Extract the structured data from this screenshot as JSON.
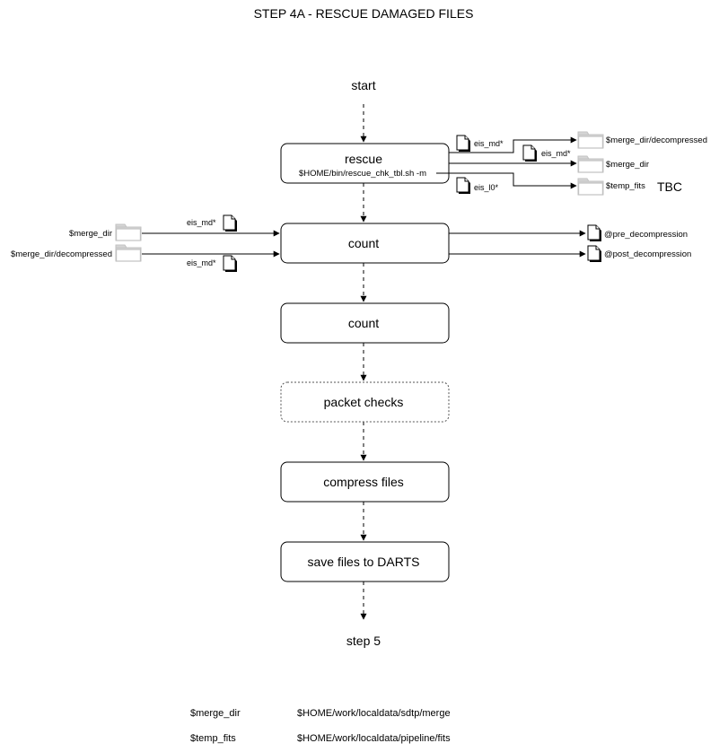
{
  "title": "STEP 4A - RESCUE DAMAGED FILES",
  "start_label": "start",
  "end_label": "step 5",
  "steps": [
    {
      "label": "rescue",
      "command": "$HOME/bin/rescue_chk_tbl.sh -m"
    },
    {
      "label": "count"
    },
    {
      "label": "count"
    },
    {
      "label": "packet checks",
      "style": "dotted"
    },
    {
      "label": "compress files"
    },
    {
      "label": "save files to DARTS"
    }
  ],
  "rescue_outputs": [
    {
      "file": "eis_md*",
      "target": "$merge_dir/decompressed"
    },
    {
      "file": "eis_md*",
      "target": "$merge_dir"
    },
    {
      "file": "eis_l0*",
      "target": "$temp_fits",
      "note": "TBC"
    }
  ],
  "count_inputs": [
    {
      "source": "$merge_dir",
      "file": "eis_md*"
    },
    {
      "source": "$merge_dir/decompressed",
      "file": "eis_md*"
    }
  ],
  "count_outputs": [
    {
      "target": "@pre_decompression"
    },
    {
      "target": "@post_decompression"
    }
  ],
  "legend": [
    {
      "name": "$merge_dir",
      "path": "$HOME/work/localdata/sdtp/merge"
    },
    {
      "name": "$temp_fits",
      "path": "$HOME/work/localdata/pipeline/fits"
    }
  ],
  "icons": {
    "folder": "folder-icon",
    "document": "document-icon"
  }
}
